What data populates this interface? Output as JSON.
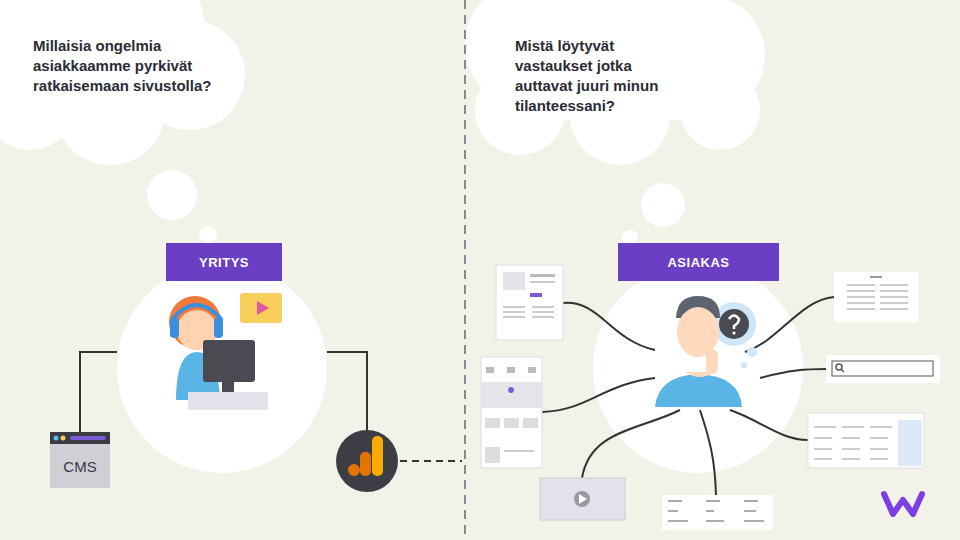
{
  "diagram": {
    "nodes": [
      {
        "text": [
          "Millaisia ongelmia asiakkaamme pyrkivät ratkaisemaan sivustolla?"
        ]
      },
      {
        "text": [
          "Mistä löytyvät vastaukset jotka auttavat juuri minun tilanteessani?"
        ]
      },
      {
        "text": [
          "YRITYS"
        ]
      },
      {
        "text": [
          "ASIAKAS"
        ]
      },
      {
        "text": [
          "CMS"
        ]
      }
    ],
    "edges": [
      {
        "from": 2,
        "to": 4,
        "arrow": "none"
      }
    ]
  }
}
